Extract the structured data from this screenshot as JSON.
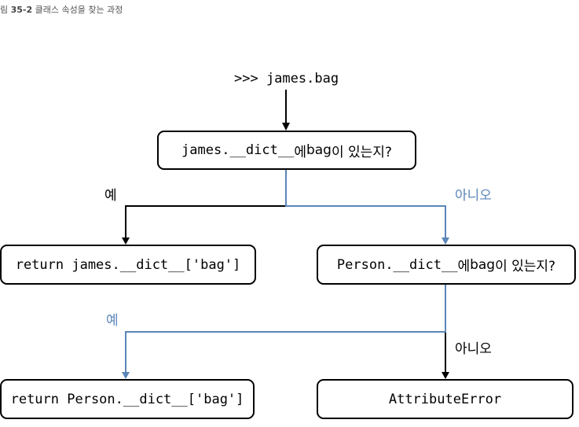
{
  "caption": {
    "prefix": "림 ",
    "number": "35-2",
    "title": " 클래스 속성을 찾는 과정"
  },
  "start": ">>> james.bag",
  "decision1": {
    "code": "james.__dict__",
    "ko1": "에 ",
    "mid": "bag",
    "ko2": "이 있는지?"
  },
  "decision2": {
    "code": "Person.__dict__",
    "ko1": "에 ",
    "mid": "bag",
    "ko2": "이 있는지?"
  },
  "result_instance": "return james.__dict__['bag']",
  "result_class": "return Person.__dict__['bag']",
  "result_error": "AttributeError",
  "labels": {
    "yes1": "예",
    "no1": "아니오",
    "yes2": "예",
    "no2": "아니오"
  },
  "colors": {
    "line_black": "#000000",
    "line_blue": "#5b86b8",
    "label_blue": "#5b86b8"
  }
}
